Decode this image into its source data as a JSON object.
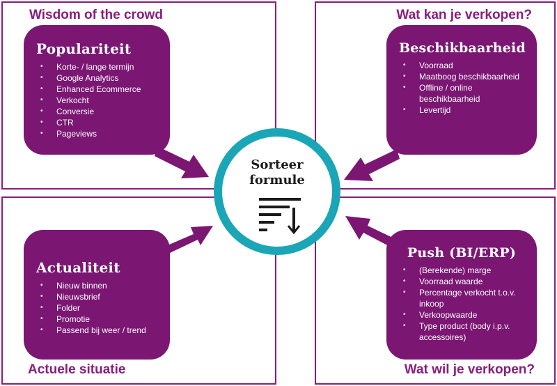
{
  "quadrants": {
    "top_left_label": "Wisdom of the crowd",
    "top_right_label": "Wat kan je verkopen?",
    "bottom_left_label": "Actuele situatie",
    "bottom_right_label": "Wat wil je verkopen?"
  },
  "cards": {
    "popularity": {
      "title": "Populariteit",
      "items": [
        "Korte- / lange termijn",
        "Google Analytics",
        "Enhanced Ecommerce",
        "Verkocht",
        "Conversie",
        "CTR",
        "Pageviews"
      ]
    },
    "availability": {
      "title": "Beschikbaarheid",
      "items": [
        "Voorraad",
        "Maatboog beschikbaarheid",
        "Offline / online beschikbaarheid",
        "Levertijd"
      ]
    },
    "actuality": {
      "title": "Actualiteit",
      "items": [
        "Nieuw binnen",
        "Nieuwsbrief",
        "Folder",
        "Promotie",
        "Passend bij weer / trend"
      ]
    },
    "push": {
      "title": "Push (BI/ERP)",
      "items": [
        "(Berekende) marge",
        "Voorraad waarde",
        "Percentage verkocht t.o.v. inkoop",
        "Verkoopwaarde",
        "Type product (body i.p.v. accessoires)"
      ]
    }
  },
  "center": {
    "title_line1": "Sorteer",
    "title_line2": "formule",
    "icon": "sort-descending-icon"
  },
  "colors": {
    "purple": "#7b1673",
    "border_purple": "#8a1d7e",
    "teal": "#1aa6b7"
  }
}
